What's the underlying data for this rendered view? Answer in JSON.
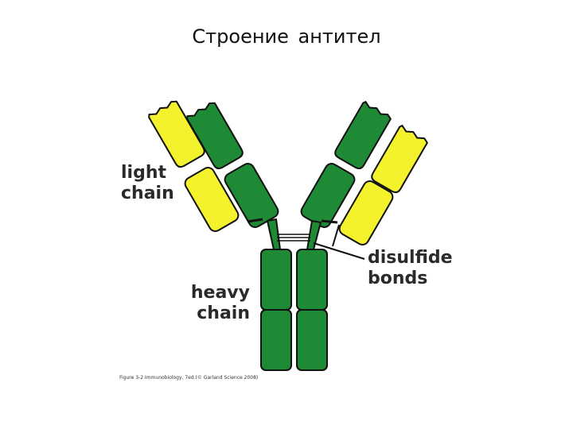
{
  "title": "Строение  антител",
  "labels": {
    "light_chain": [
      "light",
      "chain"
    ],
    "heavy_chain": [
      "heavy",
      "chain"
    ],
    "disulfide_bonds": [
      "disulfide",
      "bonds"
    ]
  },
  "caption": "Figure 3-2 Immunobiology, 7ed.(© Garland Science 2008)",
  "colors": {
    "heavy_chain": "#1f8a35",
    "light_chain": "#f4f22c",
    "outline": "#111111"
  }
}
